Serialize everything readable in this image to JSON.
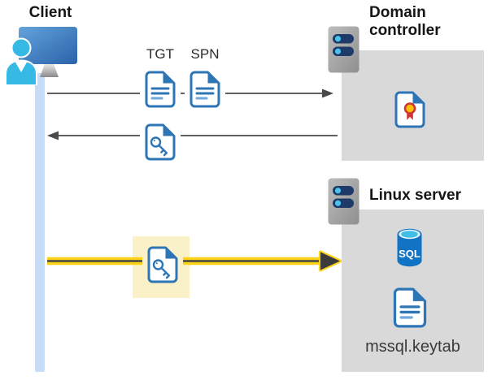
{
  "client": {
    "label": "Client",
    "icon": "client-user-monitor-icon"
  },
  "flows": {
    "tgt_label": "TGT",
    "spn_label": "SPN"
  },
  "domain_controller": {
    "label": "Domain controller",
    "icon": "server-icon",
    "certificate_icon": "certificate-document-icon"
  },
  "linux_server": {
    "label": "Linux server",
    "icon": "server-icon",
    "sql_icon_label": "SQL",
    "keytab_label": "mssql.keytab",
    "keytab_icon": "keytab-document-icon"
  },
  "colors": {
    "document_blue": "#2E75B6",
    "document_line_light_blue": "#6FA8DC",
    "client_timeline_blue": "#C7DCF6",
    "container_gray": "#D9D9D9",
    "arrow_gray": "#4A4A4A",
    "highlight_arrow_yellow": "#FCD116",
    "highlight_background_cream": "#FAF1C8",
    "person_cyan": "#36B9E5",
    "server_bar_navy": "#1E3A68",
    "server_dot_cyan": "#4CC2EA",
    "sql_cylinder_blue": "#1173C4",
    "sql_top_cyan": "#41BEE8",
    "certificate_seal_yellow": "#FFC000",
    "certificate_ribbon_red": "#D13438"
  }
}
